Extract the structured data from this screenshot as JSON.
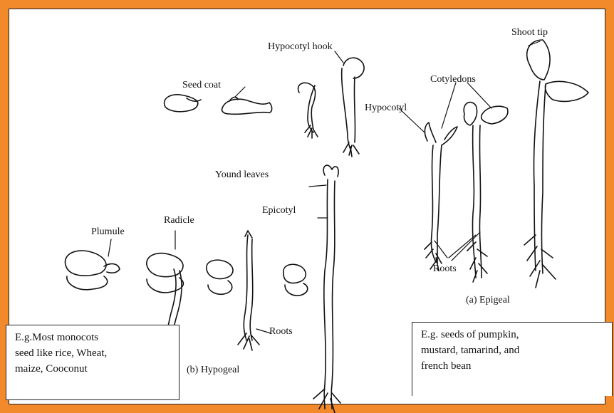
{
  "labels": {
    "seed_coat": "Seed coat",
    "hypocotyl_hook": "Hypocotyl hook",
    "shoot_tip": "Shoot tip",
    "cotyledons": "Cotyledons",
    "hypocotyl": "Hypocotyl",
    "yound_leaves": "Yound leaves",
    "epicotyl": "Epicotyl",
    "plumule": "Plumule",
    "radicle": "Radicle",
    "roots_right": "Roots",
    "roots_middle": "Roots",
    "epigeal_caption": "(a) Epigeal",
    "hypogeal_caption": "(b) Hypogeal"
  },
  "notes": {
    "monocots": [
      "E.g.Most monocots",
      "seed like rice, Wheat,",
      "maize, Cooconut"
    ],
    "epigeal_examples": [
      "E.g. seeds of pumpkin,",
      "mustard, tamarind, and",
      "french bean"
    ]
  },
  "colors": {
    "border": "#f28a2b",
    "ink": "#111111"
  }
}
